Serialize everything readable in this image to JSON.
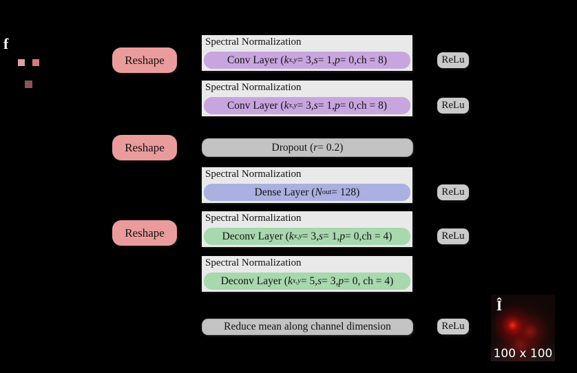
{
  "figure": {
    "background": "#000000"
  },
  "input": {
    "symbol": "f",
    "pixels": [
      {
        "name": "pixel-light",
        "color": "#dfa0a0"
      },
      {
        "name": "pixel-medium",
        "color": "#d47c7c"
      },
      {
        "name": "pixel-dark",
        "color": "#8a5454"
      }
    ]
  },
  "labels": {
    "reshape": "Reshape",
    "relu": "ReLu",
    "spectral_norm": "Spectral Normalization"
  },
  "rows": [
    {
      "id": "conv1",
      "kind": "sn",
      "color": "#c9a5e0",
      "label": "Conv Layer (⟨k⟩_{⟨x,y⟩} = 3, ⟨s⟩ = 1, ⟨p⟩ = 0,ch = 8)"
    },
    {
      "id": "conv2",
      "kind": "sn",
      "color": "#c9a5e0",
      "label": "Conv Layer (⟨k⟩_{⟨x,y⟩} = 3, ⟨s⟩ = 1, ⟨p⟩ = 0,ch = 8)"
    },
    {
      "id": "dropout",
      "kind": "op",
      "color": "#c3c3c3",
      "label": "Dropout (⟨r⟩ = 0.2)"
    },
    {
      "id": "dense",
      "kind": "sn",
      "color": "#aab0e0",
      "label": "Dense Layer (⟨N⟩_{out} = 128)"
    },
    {
      "id": "deconv1",
      "kind": "sn",
      "color": "#a8d8ae",
      "label": "Deconv Layer (⟨k⟩_{⟨x,y⟩} = 3, ⟨s⟩ = 1, ⟨p⟩ = 0,ch = 4)"
    },
    {
      "id": "deconv2",
      "kind": "sn",
      "color": "#a8d8ae",
      "label": "Deconv Layer (⟨k⟩_{⟨x,y⟩} = 5, ⟨s⟩ = 3, ⟨p⟩ = 0, ch = 4)"
    },
    {
      "id": "reduce",
      "kind": "op",
      "color": "#c3c3c3",
      "label": "Reduce mean along channel dimension"
    }
  ],
  "output": {
    "symbol": "Î",
    "size": "100 x 100"
  }
}
